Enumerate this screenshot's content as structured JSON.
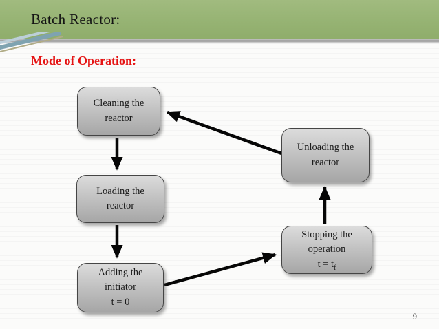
{
  "slide": {
    "title": "Batch Reactor:",
    "heading": "Mode of Operation:",
    "page_number": "9"
  },
  "colors": {
    "header_green": "#96b373",
    "heading_red": "#e51212",
    "box_fill_top": "#dcdcdc",
    "box_fill_bottom": "#a6a6a6",
    "box_border": "#454545",
    "arrow": "#060606",
    "corner_accent_teal": "#7fa3b0",
    "corner_accent_light_blue": "#bccfd9",
    "corner_accent_tan": "#b0ab85"
  },
  "diagram": {
    "nodes": [
      {
        "id": "cleaning-the-reactor",
        "lines": [
          "Cleaning the",
          "reactor"
        ]
      },
      {
        "id": "loading-the-reactor",
        "lines": [
          "Loading the",
          "reactor"
        ]
      },
      {
        "id": "adding-the-initiator",
        "lines": [
          "Adding the",
          "initiator",
          "t = 0"
        ]
      },
      {
        "id": "unloading-the-reactor",
        "lines": [
          "Unloading the",
          "reactor"
        ]
      },
      {
        "id": "stopping-the-operation",
        "lines": [
          "Stopping the",
          "operation"
        ],
        "time_main": "t = t",
        "time_sub": "f"
      }
    ],
    "edges": [
      {
        "from": "cleaning-the-reactor",
        "to": "loading-the-reactor"
      },
      {
        "from": "loading-the-reactor",
        "to": "adding-the-initiator"
      },
      {
        "from": "adding-the-initiator",
        "to": "stopping-the-operation"
      },
      {
        "from": "stopping-the-operation",
        "to": "unloading-the-reactor"
      },
      {
        "from": "unloading-the-reactor",
        "to": "cleaning-the-reactor"
      }
    ]
  }
}
